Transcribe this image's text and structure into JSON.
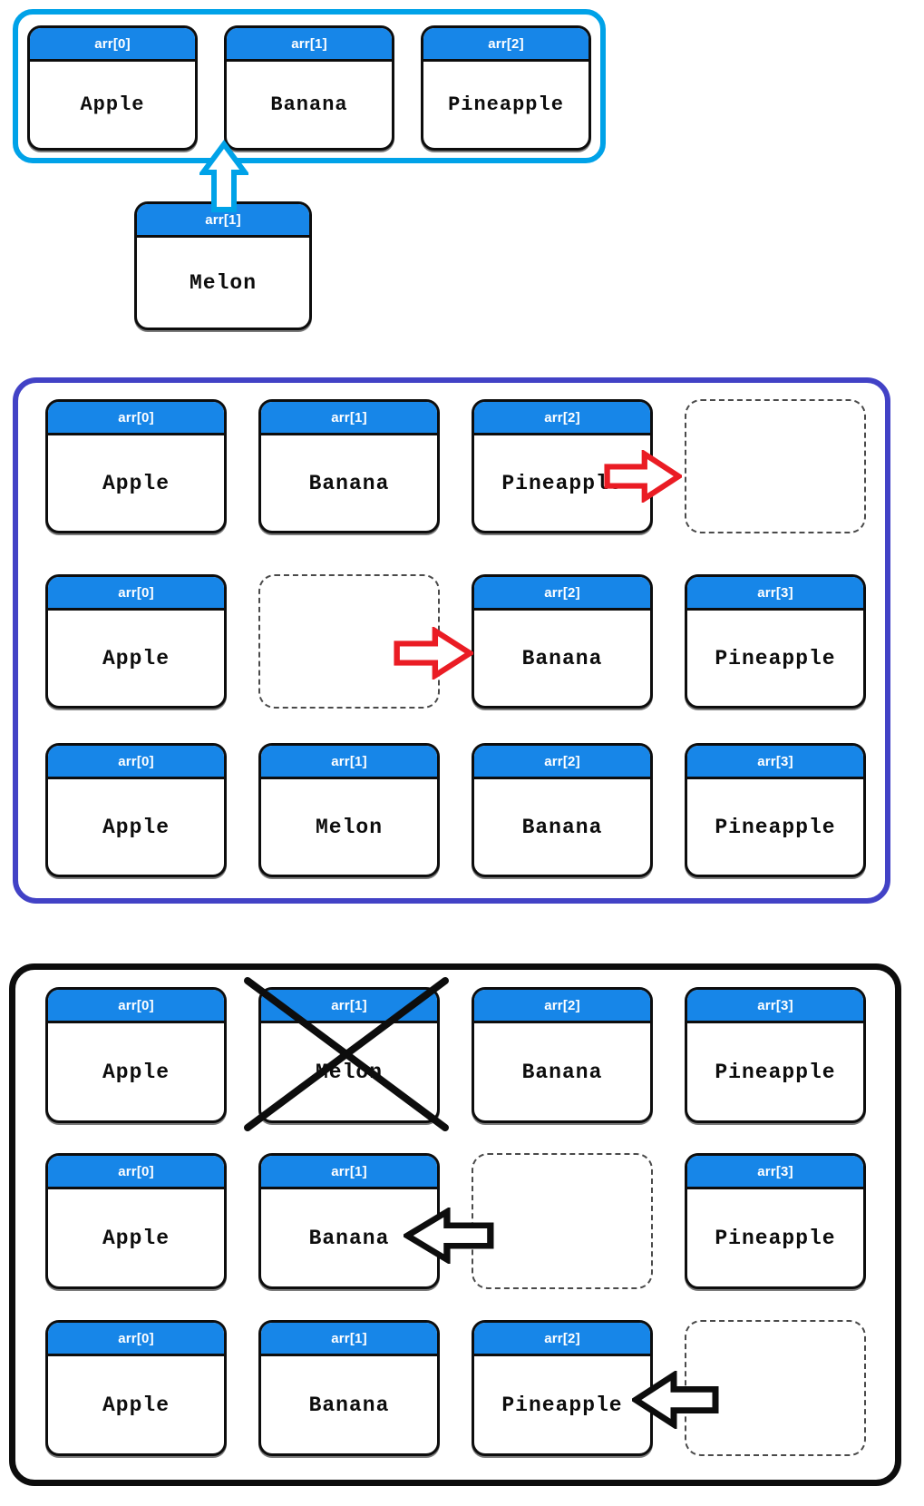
{
  "colors": {
    "blue": "#1786e8",
    "cyan": "#00a2e8",
    "indigo": "#4242c6",
    "red": "#ea1c24",
    "ink": "#0d0d0d"
  },
  "top_group": {
    "cells": [
      {
        "index": "arr[0]",
        "value": "Apple"
      },
      {
        "index": "arr[1]",
        "value": "Banana"
      },
      {
        "index": "arr[2]",
        "value": "Pineapple"
      }
    ],
    "new_cell": {
      "index": "arr[1]",
      "value": "Melon"
    },
    "arrow": {
      "direction": "up",
      "color": "cyan"
    }
  },
  "middle_group": {
    "rows": [
      {
        "cells": [
          {
            "index": "arr[0]",
            "value": "Apple"
          },
          {
            "index": "arr[1]",
            "value": "Banana"
          },
          {
            "index": "arr[2]",
            "value": "Pineapple"
          },
          {
            "empty": true
          }
        ],
        "arrow": {
          "direction": "right",
          "color": "red"
        }
      },
      {
        "cells": [
          {
            "index": "arr[0]",
            "value": "Apple"
          },
          {
            "empty": true
          },
          {
            "index": "arr[2]",
            "value": "Banana"
          },
          {
            "index": "arr[3]",
            "value": "Pineapple"
          }
        ],
        "arrow": {
          "direction": "right",
          "color": "red"
        }
      },
      {
        "cells": [
          {
            "index": "arr[0]",
            "value": "Apple"
          },
          {
            "index": "arr[1]",
            "value": "Melon"
          },
          {
            "index": "arr[2]",
            "value": "Banana"
          },
          {
            "index": "arr[3]",
            "value": "Pineapple"
          }
        ]
      }
    ]
  },
  "bottom_group": {
    "rows": [
      {
        "cells": [
          {
            "index": "arr[0]",
            "value": "Apple"
          },
          {
            "index": "arr[1]",
            "value": "Melon",
            "crossed_out": true
          },
          {
            "index": "arr[2]",
            "value": "Banana"
          },
          {
            "index": "arr[3]",
            "value": "Pineapple"
          }
        ]
      },
      {
        "cells": [
          {
            "index": "arr[0]",
            "value": "Apple"
          },
          {
            "index": "arr[1]",
            "value": "Banana"
          },
          {
            "empty": true
          },
          {
            "index": "arr[3]",
            "value": "Pineapple"
          }
        ],
        "arrow": {
          "direction": "left",
          "color": "black"
        }
      },
      {
        "cells": [
          {
            "index": "arr[0]",
            "value": "Apple"
          },
          {
            "index": "arr[1]",
            "value": "Banana"
          },
          {
            "index": "arr[2]",
            "value": "Pineapple"
          },
          {
            "empty": true
          }
        ],
        "arrow": {
          "direction": "left",
          "color": "black"
        }
      }
    ]
  }
}
